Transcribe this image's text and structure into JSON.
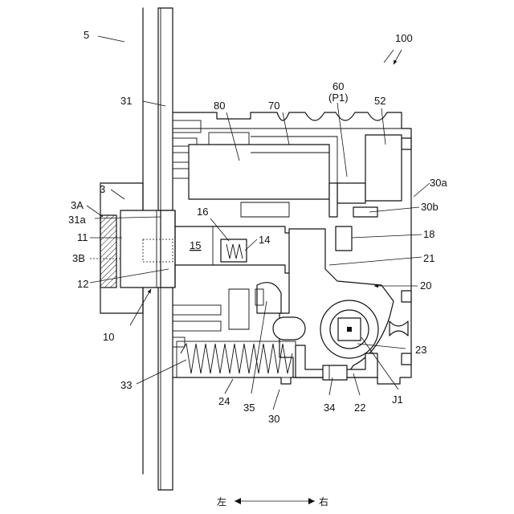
{
  "labels": {
    "l5": "5",
    "l100": "100",
    "l31": "31",
    "l80": "80",
    "l70": "70",
    "l60": "60",
    "lP1": "(P1)",
    "l52": "52",
    "l30a": "30a",
    "l3": "3",
    "l3A": "3A",
    "l31a": "31a",
    "l11": "11",
    "l3B": "3B",
    "l16": "16",
    "l15": "15",
    "l14": "14",
    "l18": "18",
    "l30b": "30b",
    "l21": "21",
    "l12": "12",
    "l20": "20",
    "l10": "10",
    "l23": "23",
    "l33": "33",
    "l24": "24",
    "l35": "35",
    "l34": "34",
    "l22": "22",
    "lJ1": "J1",
    "l30": "30"
  },
  "direction": {
    "left": "左",
    "right": "右"
  }
}
